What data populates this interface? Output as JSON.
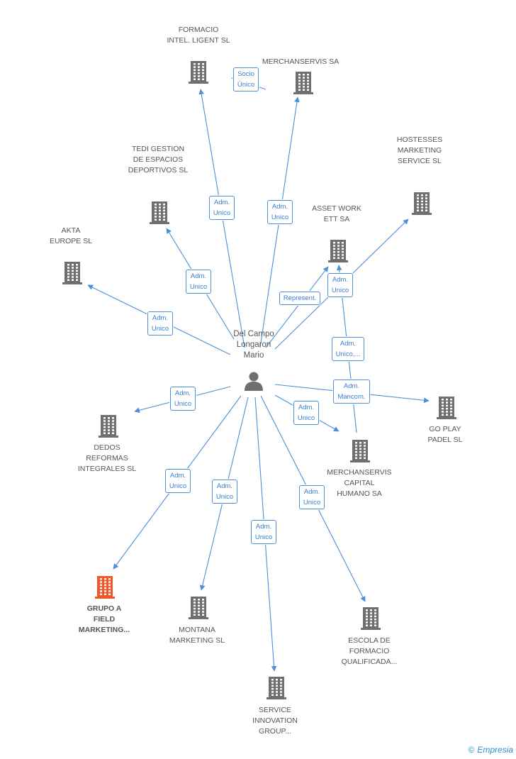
{
  "center": {
    "name": "Del Campo\nLongaron\nMario",
    "icon": "person-icon"
  },
  "nodes": [
    {
      "id": "formacio",
      "label": "FORMACIO\nINTEL. LIGENT SL",
      "icon": "building-icon"
    },
    {
      "id": "merchanservis",
      "label": "MERCHANSERVIS SA",
      "icon": "building-icon"
    },
    {
      "id": "tedi",
      "label": "TEDI GESTION\nDE ESPACIOS\nDEPORTIVOS SL",
      "icon": "building-icon"
    },
    {
      "id": "hostesses",
      "label": "HOSTESSES\nMARKETING\nSERVICE SL",
      "icon": "building-icon"
    },
    {
      "id": "asset",
      "label": "ASSET WORK\nETT SA",
      "icon": "building-icon"
    },
    {
      "id": "akta",
      "label": "AKTA\nEUROPE SL",
      "icon": "building-icon"
    },
    {
      "id": "dedos",
      "label": "DEDOS\nREFORMAS\nINTEGRALES SL",
      "icon": "building-icon"
    },
    {
      "id": "goplay",
      "label": "GO PLAY\nPADEL SL",
      "icon": "building-icon"
    },
    {
      "id": "mcapital",
      "label": "MERCHANSERVIS\nCAPITAL\nHUMANO SA",
      "icon": "building-icon"
    },
    {
      "id": "grupo",
      "label": "GRUPO A\nFIELD\nMARKETING...",
      "icon": "building-icon",
      "highlight": true
    },
    {
      "id": "montana",
      "label": "MONTANA\nMARKETING  SL",
      "icon": "building-icon"
    },
    {
      "id": "escola",
      "label": "ESCOLA DE\nFORMACIO\nQUALIFICADA...",
      "icon": "building-icon"
    },
    {
      "id": "service",
      "label": "SERVICE\nINNOVATION\nGROUP...",
      "icon": "building-icon"
    }
  ],
  "edges": [
    {
      "from": "center",
      "to": "formacio",
      "label": "Adm.\nUnico"
    },
    {
      "from": "center",
      "to": "merchanservis",
      "label": "Adm.\nUnico"
    },
    {
      "from": "merchanservis",
      "to": "formacio",
      "label": "Socio\nÚnico"
    },
    {
      "from": "center",
      "to": "tedi",
      "label": "Adm.\nUnico"
    },
    {
      "from": "center",
      "to": "akta",
      "label": "Adm.\nUnico"
    },
    {
      "from": "center",
      "to": "asset",
      "label": "Represent."
    },
    {
      "from": "center",
      "to": "hostesses",
      "label": "Adm.\nUnico"
    },
    {
      "from": "mcapital",
      "to": "asset",
      "label": "Adm.\nUnico,..."
    },
    {
      "from": "center",
      "to": "goplay",
      "label": "Adm.\nMancom."
    },
    {
      "from": "center",
      "to": "mcapital",
      "label": "Adm.\nUnico"
    },
    {
      "from": "center",
      "to": "dedos",
      "label": "Adm.\nUnico"
    },
    {
      "from": "center",
      "to": "grupo",
      "label": "Adm.\nUnico"
    },
    {
      "from": "center",
      "to": "montana",
      "label": "Adm.\nUnico"
    },
    {
      "from": "center",
      "to": "service",
      "label": "Adm.\nUnico"
    },
    {
      "from": "center",
      "to": "escola",
      "label": "Adm.\nUnico"
    }
  ],
  "colors": {
    "edge": "#4a90d9",
    "building": "#6f6f6f",
    "highlight": "#f0572a",
    "person": "#6f6f6f"
  },
  "footer": {
    "copyright": "©",
    "brand": "Empresia"
  }
}
